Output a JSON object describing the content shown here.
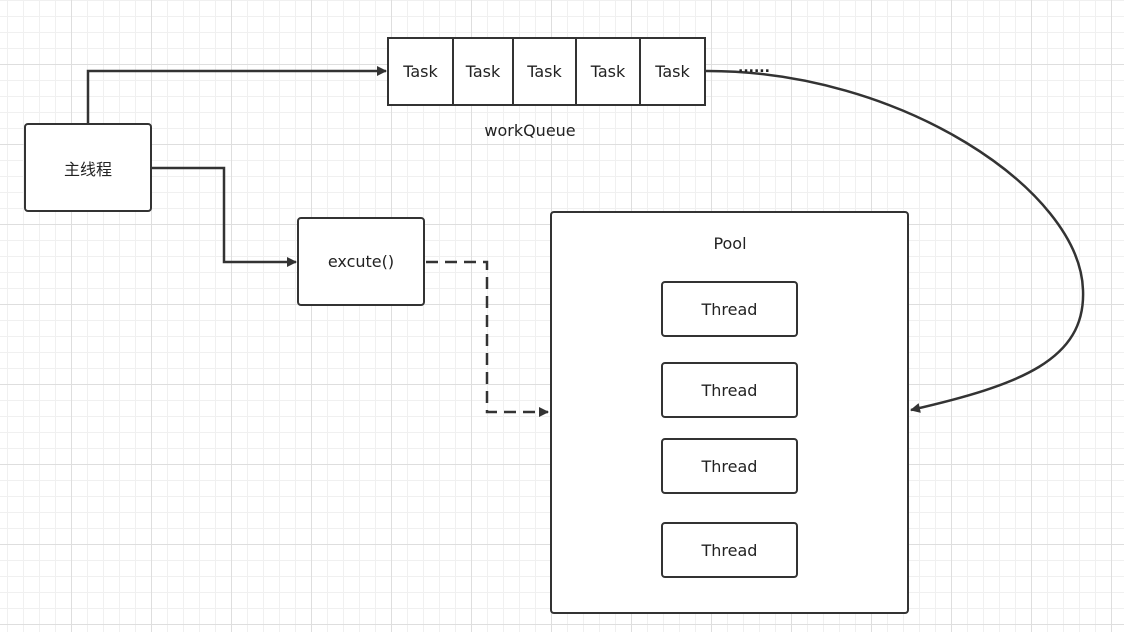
{
  "diagram": {
    "main_thread": {
      "label": "主线程"
    },
    "execute_method": {
      "label": "excute()"
    },
    "work_queue": {
      "label": "workQueue",
      "tasks": [
        "Task",
        "Task",
        "Task",
        "Task",
        "Task"
      ],
      "ellipsis": "......"
    },
    "pool": {
      "title": "Pool",
      "threads": [
        "Thread",
        "Thread",
        "Thread",
        "Thread"
      ]
    },
    "colors": {
      "stroke": "#333333",
      "text": "#222222",
      "grid": "#dedede",
      "background": "#ffffff"
    }
  }
}
